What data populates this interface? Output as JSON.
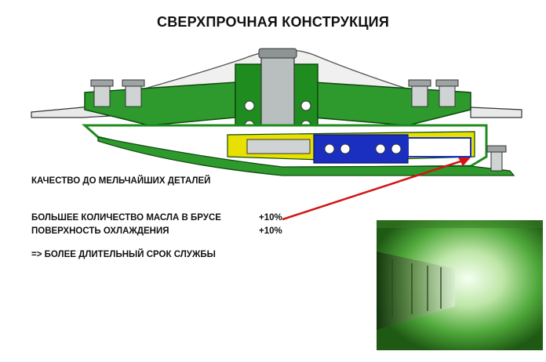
{
  "title": "СВЕРХПРОЧНАЯ КОНСТРУКЦИЯ",
  "quality_text": "КАЧЕСТВО ДО МЕЛЬЧАЙШИХ ДЕТАЛЕЙ",
  "benefits": [
    {
      "label": "БОЛЬШЕЕ КОЛИЧЕСТВО МАСЛА В БРУСЕ",
      "value": "+10%"
    },
    {
      "label": "ПОВЕРХНОСТЬ ОХЛАЖДЕНИЯ",
      "value": "+10%"
    }
  ],
  "conclusion": "=> БОЛЕЕ ДЛИТЕЛЬНЫЙ СРОК СЛУЖБЫ",
  "colors": {
    "green": "#1e8c1e",
    "dark_green": "#0d4a0d",
    "yellow": "#e8e000",
    "blue": "#1a2fbf",
    "arrow_red": "#d21414"
  }
}
